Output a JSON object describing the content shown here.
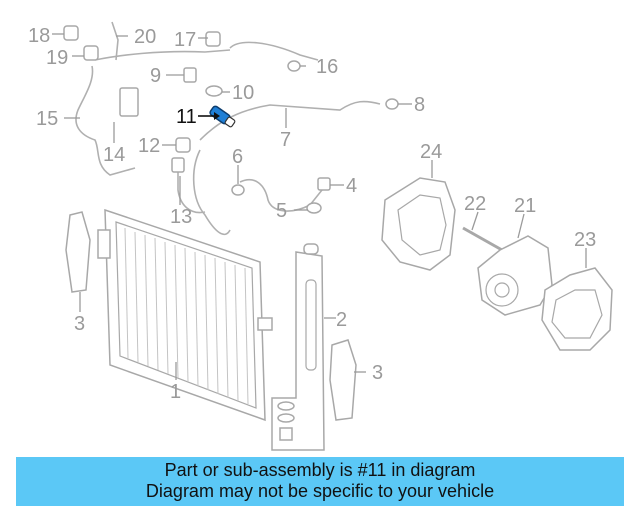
{
  "callouts": {
    "c1": "1",
    "c2": "2",
    "c3a": "3",
    "c3b": "3",
    "c4": "4",
    "c5": "5",
    "c6": "6",
    "c7": "7",
    "c8": "8",
    "c9": "9",
    "c10": "10",
    "c11": "11",
    "c12": "12",
    "c13": "13",
    "c14": "14",
    "c15": "15",
    "c16": "16",
    "c17": "17",
    "c18": "18",
    "c19": "19",
    "c20": "20",
    "c21": "21",
    "c22": "22",
    "c23": "23",
    "c24": "24"
  },
  "highlight_part": "11",
  "colors": {
    "banner": "#5bc8f6",
    "highlight_part": "#1f7fd6",
    "line_art": "#a8a8a8"
  },
  "banner": {
    "line1": "Part or sub-assembly is #11 in diagram",
    "line2": "Diagram may not be specific to your vehicle"
  }
}
